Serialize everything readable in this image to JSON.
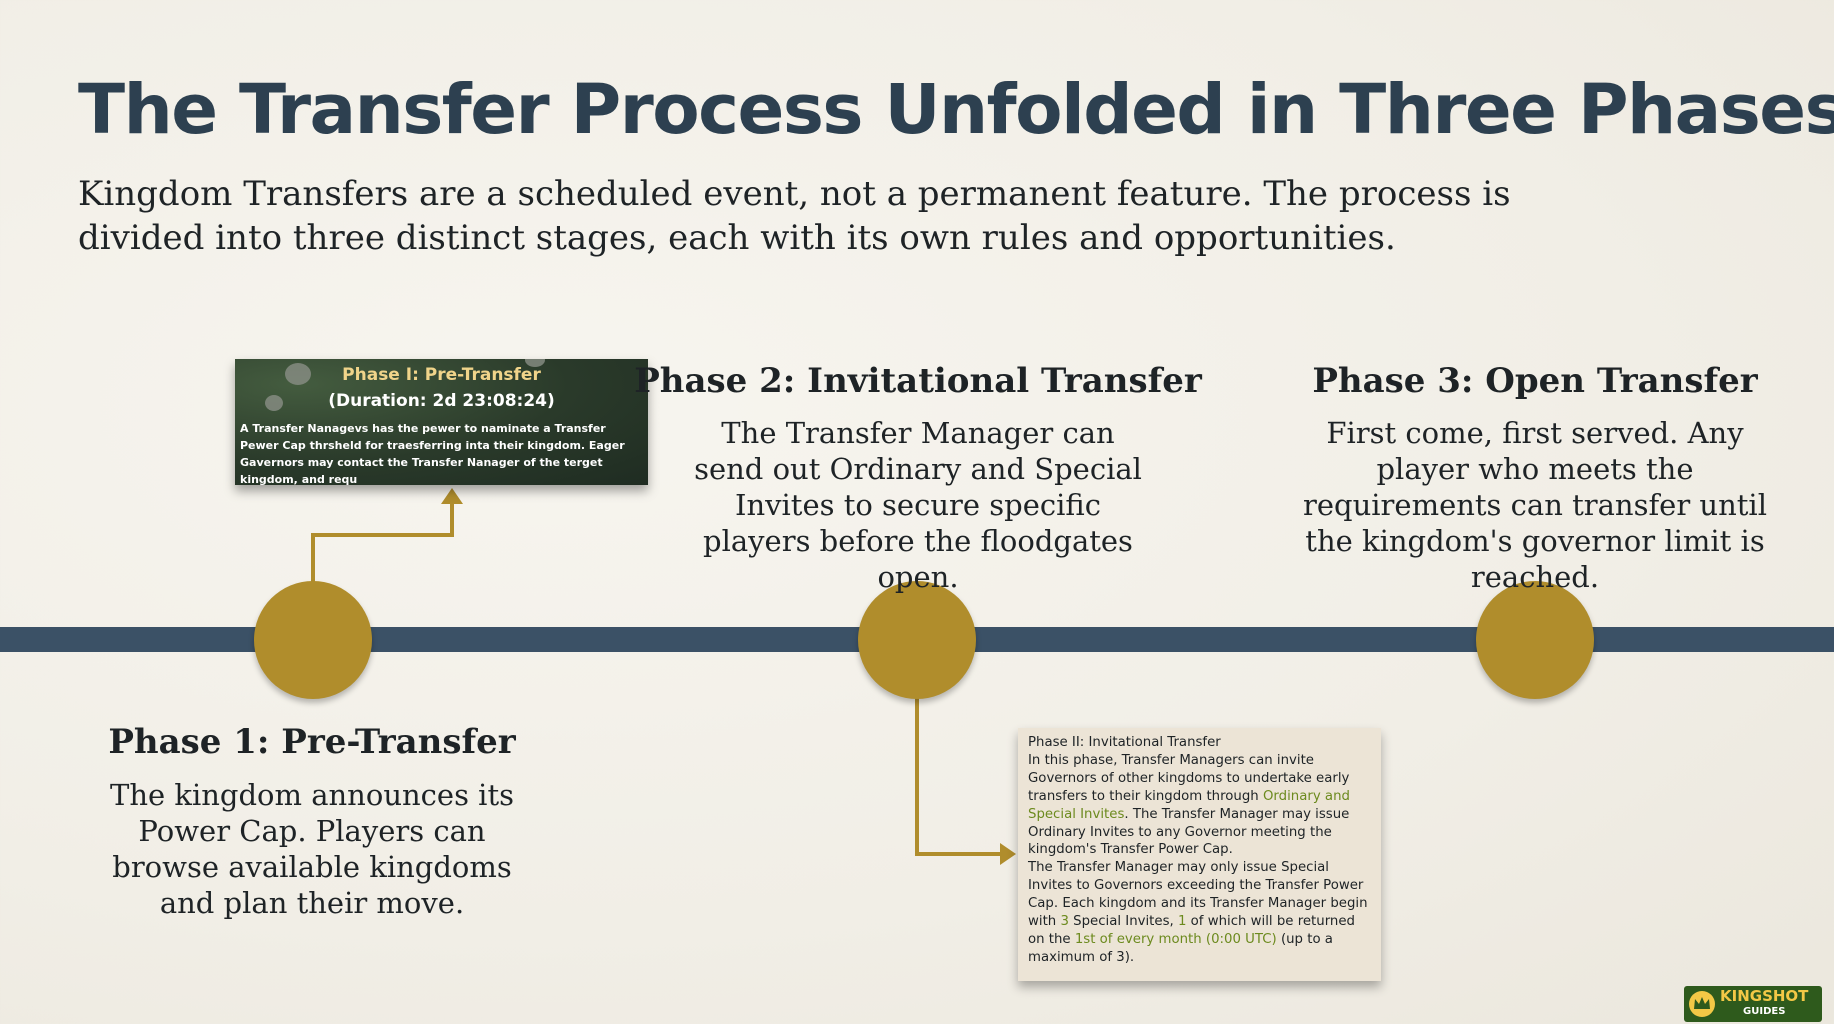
{
  "title": "The Transfer Process Unfolded in Three Phases",
  "subtitle": "Kingdom Transfers are a scheduled event, not a permanent feature. The process is divided into three distinct stages, each with its own rules and opportunities.",
  "phases": [
    {
      "heading": "Phase 1: Pre-Transfer",
      "body": "The kingdom announces its Power Cap. Players can browse available kingdoms and plan their move."
    },
    {
      "heading": "Phase 2: Invitational Transfer",
      "body": "The Transfer Manager can send out Ordinary and Special Invites to secure specific players before the floodgates open."
    },
    {
      "heading": "Phase 3: Open Transfer",
      "body": "First come, first served. Any player who meets the requirements can transfer until the kingdom's governor limit is reached."
    }
  ],
  "phase1_panel": {
    "title": "Phase I: Pre-Transfer",
    "duration": "(Duration: 2d 23:08:24)",
    "text": "A Transfer Nanagevs has the pewer to naminate a Transfer Pewer Cap thrsheld for traesferring inta their kingdom. Eager Gavernors may contact the Transfer Nanager of the terget kingdom, and requ"
  },
  "phase2_card": {
    "heading": "Phase II: Invitational Transfer",
    "t1": "In this phase, Transfer Managers can invite Governors of other kingdoms to undertake early transfers to their kingdom through ",
    "h1": "Ordinary and Special Invites",
    "t2": ". The Transfer Manager may issue Ordinary Invites to any Governor meeting the kingdom's Transfer Power Cap.",
    "t3": "The Transfer Manager may only issue Special Invites to Governors exceeding the Transfer Power Cap. Each kingdom and its Transfer Manager begin with ",
    "h2": "3",
    "t4": " Special Invites, ",
    "h3": "1",
    "t5": " of which will be returned on the ",
    "h4": "1st of every month (0:00 UTC)",
    "t6": " (up to a maximum of 3)."
  },
  "logo": {
    "line1": "KINGSHOT",
    "line2": "GUIDES"
  },
  "colors": {
    "title": "#2d4050",
    "timeline": "#3b5166",
    "node": "#b08d2c",
    "highlight": "#6c8a1e"
  }
}
